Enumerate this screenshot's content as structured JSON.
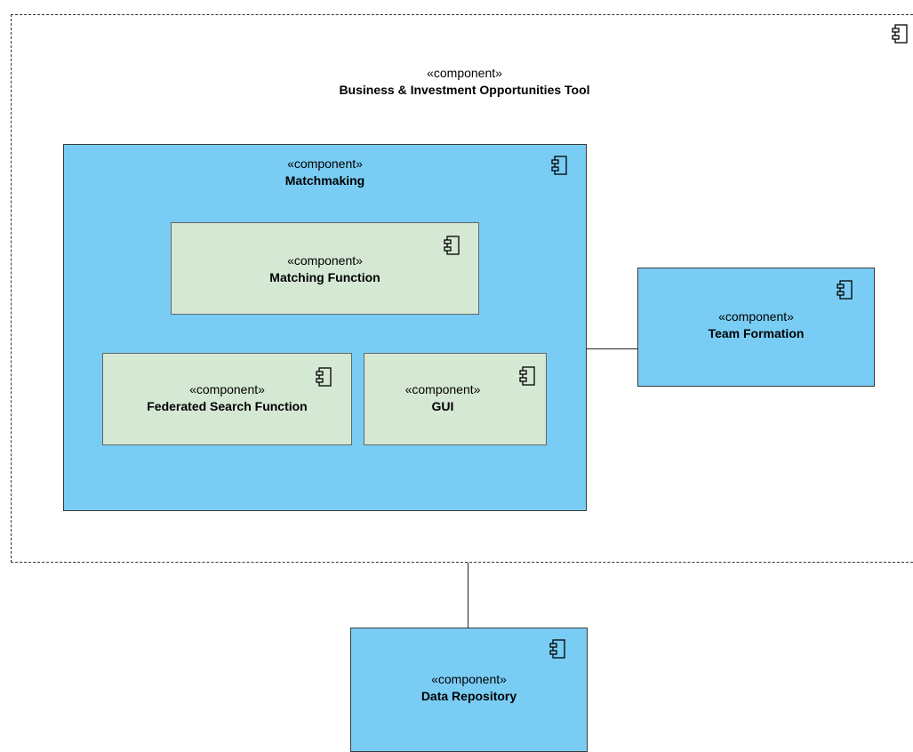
{
  "stereotype": "«component»",
  "components": {
    "tool": {
      "stereotype": "«component»",
      "name": "Business & Investment Opportunities Tool"
    },
    "matchmaking": {
      "stereotype": "«component»",
      "name": "Matchmaking"
    },
    "matching_function": {
      "stereotype": "«component»",
      "name": "Matching Function"
    },
    "federated_search": {
      "stereotype": "«component»",
      "name": "Federated Search Function"
    },
    "gui": {
      "stereotype": "«component»",
      "name": "GUI"
    },
    "team_formation": {
      "stereotype": "«component»",
      "name": "Team Formation"
    },
    "data_repository": {
      "stereotype": "«component»",
      "name": "Data Repository"
    }
  },
  "colors": {
    "component_blue": "#79cdf4",
    "component_green": "#d5e8d4",
    "border": "#3a3a3a"
  },
  "icon": "uml-component-icon"
}
